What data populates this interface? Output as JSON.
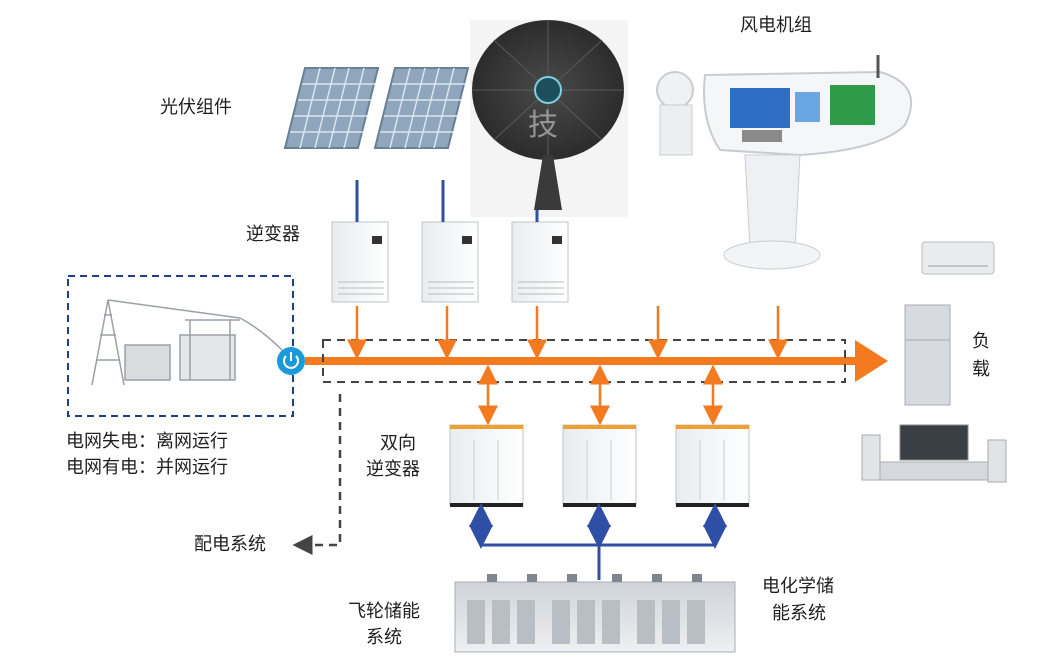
{
  "labels": {
    "pv_modules": "光伏组件",
    "wind_turbine": "风电机组",
    "inverter": "逆变器",
    "load_line1": "负",
    "load_line2": "载",
    "grid_off": "电网失电：离网运行",
    "grid_on": "电网有电：并网运行",
    "bidir_line1": "双向",
    "bidir_line2": "逆变器",
    "distribution": "配电系统",
    "flywheel_line1": "飞轮储能",
    "flywheel_line2": "系统",
    "chem_line1": "电化学储",
    "chem_line2": "能系统",
    "watermark": "技"
  },
  "colors": {
    "bus_orange": "#f47a20",
    "storage_blue": "#2f4fa6",
    "dashed_box": "#1f3f8a",
    "switch_blue": "#1a9ad8"
  },
  "icons": [
    "solar-panel-icon",
    "dish-concentrator-icon",
    "wind-nacelle-icon",
    "inverter-cabinet-icon",
    "substation-icon",
    "power-switch-icon",
    "air-conditioner-icon",
    "refrigerator-icon",
    "tv-cabinet-icon",
    "battery-bank-icon"
  ]
}
